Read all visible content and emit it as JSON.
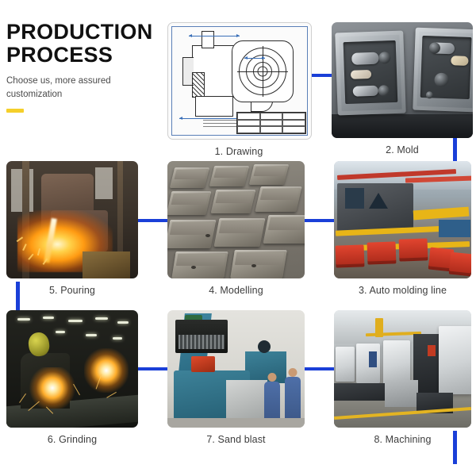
{
  "header": {
    "title": "PRODUCTION PROCESS",
    "subtitle": "Choose us, more assured customization",
    "accent_color": "#f5cf2a"
  },
  "theme": {
    "connector_color": "#1a3fd8",
    "caption_color": "#3d3d3d",
    "background": "#ffffff"
  },
  "steps": [
    {
      "number": "1.",
      "name": "Drawing",
      "caption": "1. Drawing",
      "image": "cad-technical-drawing"
    },
    {
      "number": "2.",
      "name": "Mold",
      "caption": "2. Mold",
      "image": "metal-mold-halves"
    },
    {
      "number": "3.",
      "name": "Auto molding line",
      "caption": "3. Auto molding line",
      "image": "automatic-molding-conveyor"
    },
    {
      "number": "4.",
      "name": "Modelling",
      "caption": "4. Modelling",
      "image": "sand-mold-boxes"
    },
    {
      "number": "5.",
      "name": "Pouring",
      "caption": "5. Pouring",
      "image": "molten-metal-pouring"
    },
    {
      "number": "6.",
      "name": "Grinding",
      "caption": "6. Grinding",
      "image": "grinding-sparks"
    },
    {
      "number": "7.",
      "name": "Sand blast",
      "caption": "7. Sand blast",
      "image": "shot-blast-machine"
    },
    {
      "number": "8.",
      "name": "Machining",
      "caption": "8. Machining",
      "image": "cnc-machining-center"
    }
  ],
  "connectors": [
    {
      "id": "drawing-to-mold",
      "direction": "horizontal"
    },
    {
      "id": "mold-to-auto-molding-line",
      "direction": "vertical"
    },
    {
      "id": "auto-molding-to-modelling",
      "direction": "horizontal"
    },
    {
      "id": "modelling-to-pouring",
      "direction": "horizontal"
    },
    {
      "id": "pouring-to-grinding",
      "direction": "vertical"
    },
    {
      "id": "grinding-to-sand-blast",
      "direction": "horizontal"
    },
    {
      "id": "sand-blast-to-machining",
      "direction": "horizontal"
    },
    {
      "id": "machining-to-next",
      "direction": "vertical"
    }
  ]
}
